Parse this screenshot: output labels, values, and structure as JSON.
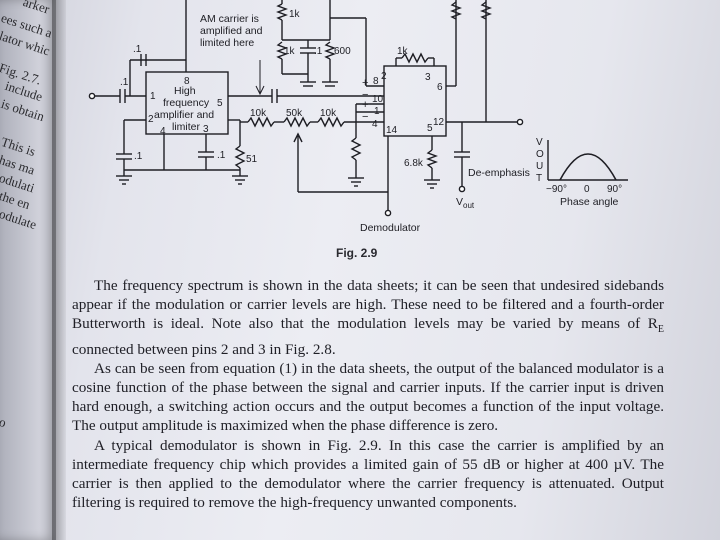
{
  "left_page_fragments": [
    "arker",
    "ees such a",
    "lator whic",
    "Fig. 2.7.",
    "include",
    "is obtain",
    "This is",
    "has ma",
    "odulati",
    "the en",
    "odulate",
    "o"
  ],
  "diagram": {
    "labels": {
      "r_top": "1k",
      "am_note": [
        "AM carrier is",
        "amplified and",
        "limited here"
      ],
      "c_in_top": ".1",
      "c_in_left": ".1",
      "pin8_left": "8",
      "block1": [
        "High",
        "frequency",
        "amplifier and",
        "limiter"
      ],
      "pin1": "1",
      "pin5": "5",
      "pin2": "2",
      "pin4": "4",
      "pin3": "3",
      "c_bot1": ".1",
      "c_bot2": ".1",
      "r51": "51",
      "r1k_mid": "1k",
      "c_mid": ".1",
      "r600": "600",
      "r10k_a": "10k",
      "r50k": "50k",
      "r10k_b": "10k",
      "r1k_fb": "1k",
      "pin8_2": "8",
      "pin2_r": "2",
      "pin3_r": "3",
      "pin6": "6",
      "pin10": "10",
      "pin1_r": "1",
      "pin4_r": "4",
      "pin14": "14",
      "pin5_r": "5",
      "pin12": "12",
      "r6k8": "6.8k",
      "deemph": "De-emphasis",
      "vout": "V",
      "vout_sub": "out",
      "demod": "Demodulator",
      "plus1": "+",
      "minus1": "−",
      "plus2": "+",
      "minus2": "−",
      "vout_axis": [
        "V",
        "O",
        "U",
        "T"
      ],
      "tick_m90": "−90°",
      "tick_0": "0",
      "tick_90": "90°",
      "phase": "Phase angle"
    }
  },
  "figure_caption": "Fig. 2.9",
  "paragraphs": [
    "The frequency spectrum is shown in the data sheets; it can be seen that undesired sidebands appear if the modulation or carrier levels are high. These need to be filtered and a fourth-order Butterworth is ideal. Note also that the modulation levels may be varied by means of R",
    "As can be seen from equation (1) in the data sheets, the output of the balanced modulator is a cosine function of the phase between the signal and carrier inputs. If the carrier input is driven hard enough, a switching action occurs and the output becomes a function of the input voltage. The output amplitude is maximized when the phase difference is zero.",
    "A typical demodulator is shown in Fig. 2.9. In this case the carrier is amplified by an intermediate frequency chip which provides a limited gain of 55 dB or higher at 400 µV. The carrier is then applied to the demodulator where the carrier frequency is attenuated. Output filtering is required to remove the high-frequency unwanted components."
  ],
  "para1_sub": "E",
  "para1_tail": " connected between pins 2 and 3 in Fig. 2.8."
}
